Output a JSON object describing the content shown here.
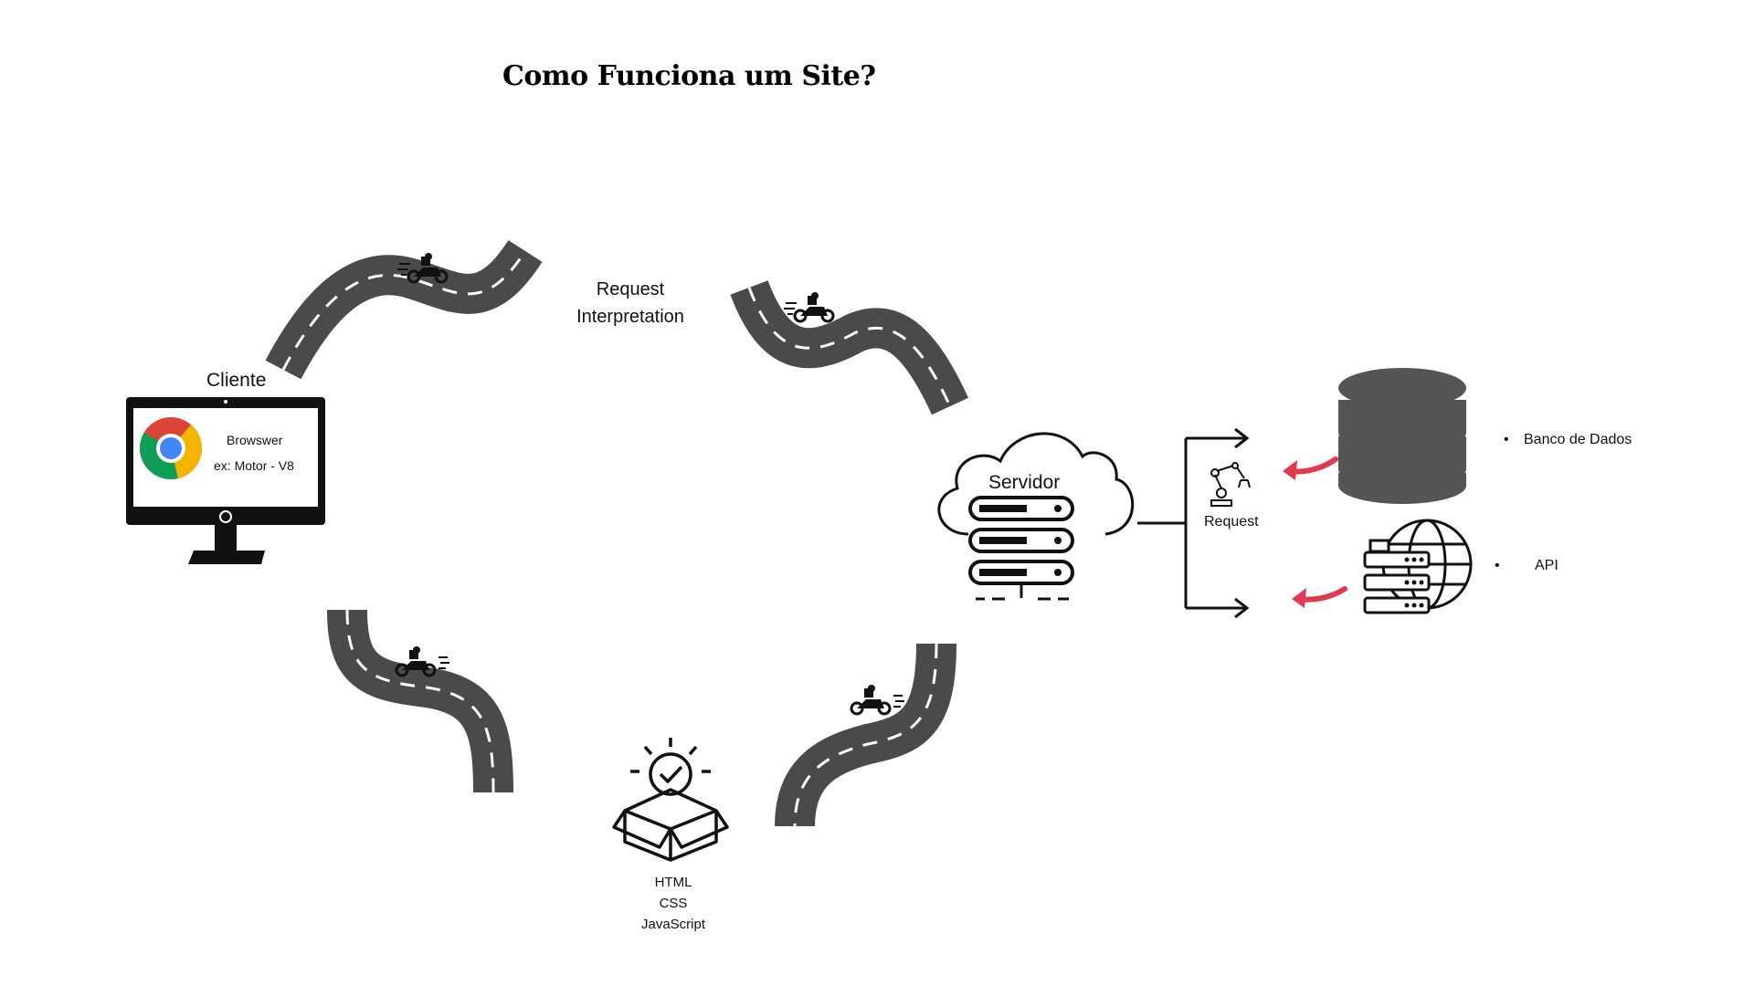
{
  "title": "Como Funciona um Site?",
  "client": {
    "label": "Cliente",
    "browser_line1": "Browswer",
    "browser_line2": "ex: Motor - V8"
  },
  "request_interpretation": {
    "line1": "Request",
    "line2": "Interpretation"
  },
  "server": {
    "label": "Servidor"
  },
  "request_label": "Request",
  "services": [
    {
      "label": "Banco de Dados",
      "icon": "database-icon"
    },
    {
      "label": "API",
      "icon": "api-server-globe-icon"
    }
  ],
  "response": {
    "line1": "HTML",
    "line2": "CSS",
    "line3": "JavaScript"
  },
  "colors": {
    "road": "#4a4a4a",
    "road_marking": "#ffffff",
    "arrow_red": "#e03a4f",
    "icon_dark": "#111111",
    "database": "#555555"
  }
}
